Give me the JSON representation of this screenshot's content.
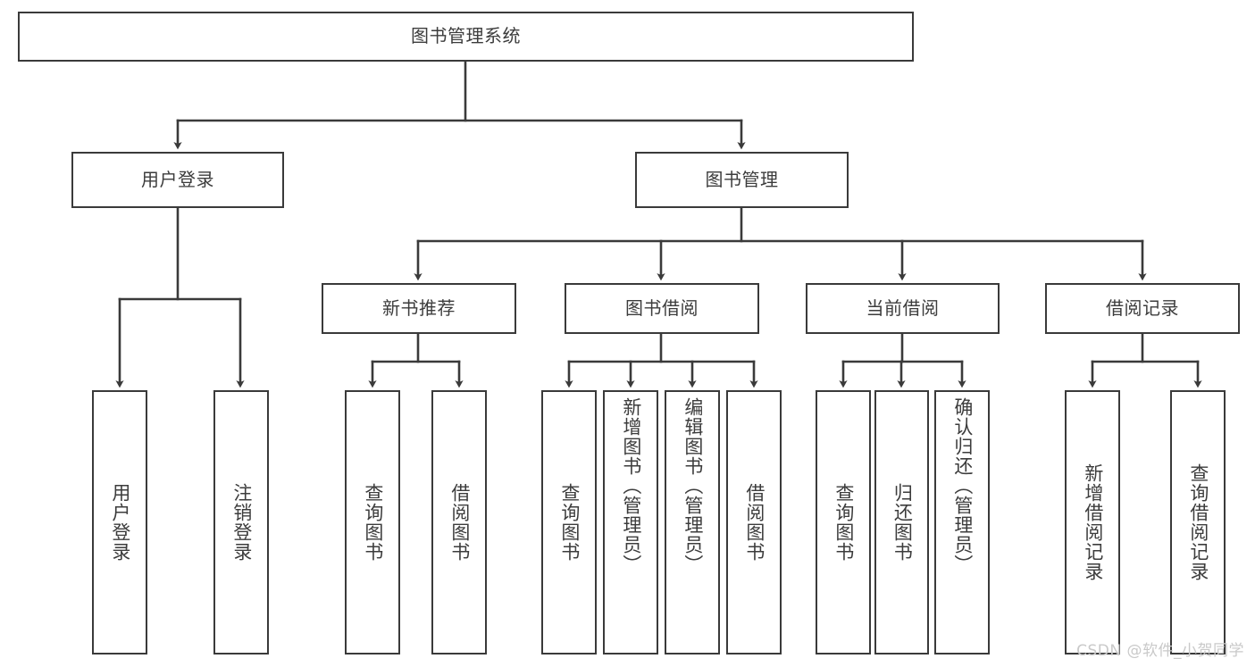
{
  "diagram": {
    "title": "图书管理系统",
    "type": "hierarchy-tree",
    "root": {
      "label": "图书管理系统"
    },
    "level1": [
      {
        "label": "用户登录"
      },
      {
        "label": "图书管理"
      }
    ],
    "level2": [
      {
        "label": "新书推荐"
      },
      {
        "label": "图书借阅"
      },
      {
        "label": "当前借阅"
      },
      {
        "label": "借阅记录"
      }
    ],
    "leaves": {
      "user_login": [
        {
          "label": "用户登录"
        },
        {
          "label": "注销登录"
        }
      ],
      "new_book_recommend": [
        {
          "label": "查询图书"
        },
        {
          "label": "借阅图书"
        }
      ],
      "book_borrow": [
        {
          "label": "查询图书"
        },
        {
          "label": "新增图书（管理员）"
        },
        {
          "label": "编辑图书（管理员）"
        },
        {
          "label": "借阅图书"
        }
      ],
      "current_borrow": [
        {
          "label": "查询图书"
        },
        {
          "label": "归还图书"
        },
        {
          "label": "确认归还（管理员）"
        }
      ],
      "borrow_record": [
        {
          "label": "新增借阅记录"
        },
        {
          "label": "查询借阅记录"
        }
      ]
    }
  },
  "watermark": {
    "text": "CSDN @软件_小贺同学"
  },
  "colors": {
    "stroke": "#3a3a3a",
    "text": "#3c3c3c",
    "background": "#ffffff",
    "watermark": "#c9c9c9"
  }
}
